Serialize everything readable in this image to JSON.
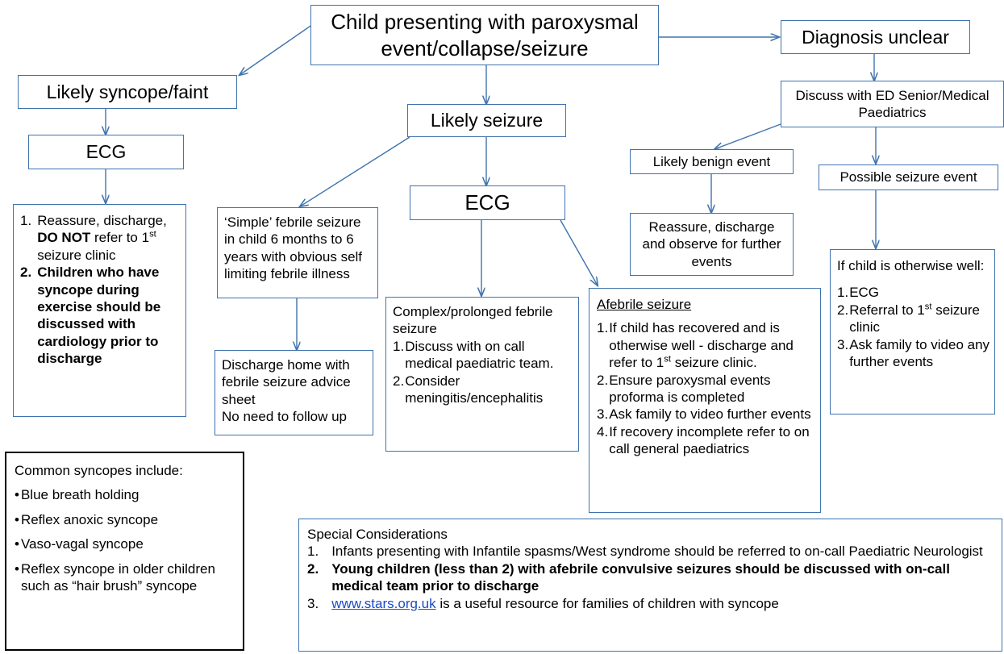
{
  "meta": {
    "title": "Paediatric paroxysmal event / collapse / seizure pathway",
    "border_color": "#3f73ad",
    "note_border_color": "#000000",
    "link_color": "#1c4bc4",
    "background": "#ffffff"
  },
  "nodes": {
    "root": {
      "label": "Child presenting with paroxysmal event/collapse/seizure"
    },
    "syncope": {
      "label": "Likely syncope/faint"
    },
    "syncope_ecg": {
      "label": "ECG"
    },
    "syncope_actions": {
      "items": [
        {
          "num": "1.",
          "parts": [
            {
              "text": "Reassure, discharge, ",
              "bold": false
            },
            {
              "text": "DO NOT",
              "bold": true
            },
            {
              "text": " refer to 1",
              "bold": false
            },
            {
              "text": "st",
              "bold": false,
              "sup": true
            },
            {
              "text": " seizure clinic",
              "bold": false
            }
          ]
        },
        {
          "num": "2.",
          "parts": [
            {
              "text": "Children who have syncope during exercise should be discussed with cardiology prior to discharge",
              "bold": true
            }
          ]
        }
      ]
    },
    "seizure": {
      "label": "Likely seizure"
    },
    "seizure_ecg": {
      "label": "ECG"
    },
    "simple_febrile": {
      "label": "‘Simple’ febrile seizure in child 6 months to 6 years with obvious self limiting febrile illness"
    },
    "discharge_home": {
      "lines": [
        "Discharge home with febrile seizure advice sheet",
        "No need to follow up"
      ]
    },
    "complex_febrile": {
      "heading": "Complex/prolonged febrile seizure",
      "items": [
        {
          "num": "1.",
          "text": "Discuss with on call medical paediatric team."
        },
        {
          "num": "2.",
          "text": "Consider meningitis/encephalitis"
        }
      ]
    },
    "afebrile": {
      "heading": "Afebrile seizure",
      "items": [
        {
          "num": "1.",
          "parts": [
            {
              "text": "If child has recovered and is otherwise well - discharge and refer to 1",
              "bold": false
            },
            {
              "text": "st",
              "bold": false,
              "sup": true
            },
            {
              "text": " seizure clinic.",
              "bold": false
            }
          ]
        },
        {
          "num": "2.",
          "parts": [
            {
              "text": "Ensure paroxysmal events proforma is completed",
              "bold": false
            }
          ]
        },
        {
          "num": "3.",
          "parts": [
            {
              "text": "Ask family to video further events",
              "bold": false
            }
          ]
        },
        {
          "num": "4.",
          "parts": [
            {
              "text": "If recovery incomplete refer to on call general paediatrics",
              "bold": false
            }
          ]
        }
      ]
    },
    "diagnosis_unclear": {
      "label": "Diagnosis unclear"
    },
    "discuss_ed": {
      "label": "Discuss with ED Senior/Medical Paediatrics"
    },
    "benign": {
      "label": "Likely benign event"
    },
    "reassure_discharge": {
      "label": "Reassure, discharge and observe for further events"
    },
    "possible_seizure": {
      "label": "Possible seizure event"
    },
    "if_well": {
      "heading": "If child is otherwise well:",
      "items": [
        {
          "num": "1.",
          "parts": [
            {
              "text": "ECG",
              "bold": false
            }
          ]
        },
        {
          "num": "2.",
          "parts": [
            {
              "text": "Referral to 1",
              "bold": false
            },
            {
              "text": "st",
              "bold": false,
              "sup": true
            },
            {
              "text": " seizure clinic",
              "bold": false
            }
          ]
        },
        {
          "num": "3.",
          "parts": [
            {
              "text": "Ask family to video any further events",
              "bold": false
            }
          ]
        }
      ]
    },
    "common_syncopes": {
      "heading": "Common syncopes include:",
      "bullets": [
        "Blue breath holding",
        "Reflex anoxic syncope",
        "Vaso-vagal syncope",
        "Reflex syncope in older children such as “hair brush” syncope"
      ]
    },
    "special_considerations": {
      "heading": "Special Considerations",
      "items": [
        {
          "num": "1.",
          "bold": false,
          "link": null,
          "text": "Infants presenting with Infantile spasms/West syndrome should be referred to on-call Paediatric Neurologist"
        },
        {
          "num": "2.",
          "bold": true,
          "link": null,
          "text": "Young children (less than 2) with afebrile convulsive seizures should be discussed with on-call medical team prior to discharge"
        },
        {
          "num": "3.",
          "bold": false,
          "link": "www.stars.org.uk",
          "text": " is a useful resource for families of children with syncope"
        }
      ]
    }
  }
}
